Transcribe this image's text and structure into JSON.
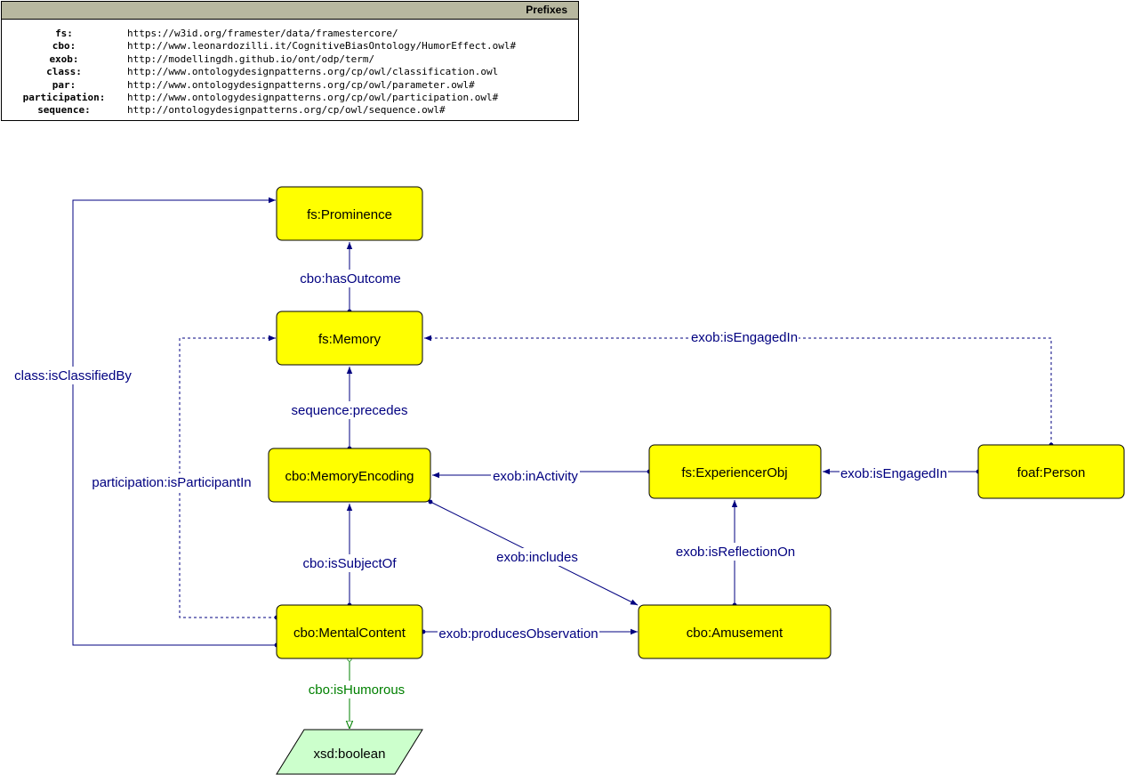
{
  "prefixes": {
    "title": "Prefixes",
    "rows": [
      {
        "key": "fs:",
        "uri": "https://w3id.org/framester/data/framestercore/"
      },
      {
        "key": "cbo:",
        "uri": "http://www.leonardozilli.it/CognitiveBiasOntology/HumorEffect.owl#"
      },
      {
        "key": "exob:",
        "uri": "http://modellingdh.github.io/ont/odp/term/"
      },
      {
        "key": "class:",
        "uri": "http://www.ontologydesignpatterns.org/cp/owl/classification.owl"
      },
      {
        "key": "par:",
        "uri": "http://www.ontologydesignpatterns.org/cp/owl/parameter.owl#"
      },
      {
        "key": "participation:",
        "uri": "http://www.ontologydesignpatterns.org/cp/owl/participation.owl#"
      },
      {
        "key": "sequence:",
        "uri": "http://ontologydesignpatterns.org/cp/owl/sequence.owl#"
      }
    ]
  },
  "colors": {
    "class_fill": "#ffff00",
    "datatype_fill": "#ccffcc",
    "object_edge": "#000080",
    "datatype_edge": "#008000",
    "header_fill": "#b8b8a0"
  },
  "nodes": {
    "prominence": "fs:Prominence",
    "memory": "fs:Memory",
    "memory_encoding": "cbo:MemoryEncoding",
    "experiencer_obj": "fs:ExperiencerObj",
    "person": "foaf:Person",
    "mental_content": "cbo:MentalContent",
    "amusement": "cbo:Amusement",
    "boolean": "xsd:boolean"
  },
  "edges": {
    "has_outcome": "cbo:hasOutcome",
    "precedes": "sequence:precedes",
    "is_engaged_in_memory": "exob:isEngagedIn",
    "is_classified_by": "class:isClassifiedBy",
    "is_participant_in": "participation:isParticipantIn",
    "in_activity": "exob:inActivity",
    "is_engaged_in_obj": "exob:isEngagedIn",
    "is_subject_of": "cbo:isSubjectOf",
    "includes": "exob:includes",
    "is_reflection_on": "exob:isReflectionOn",
    "produces_observation": "exob:producesObservation",
    "is_humorous": "cbo:isHumorous"
  }
}
